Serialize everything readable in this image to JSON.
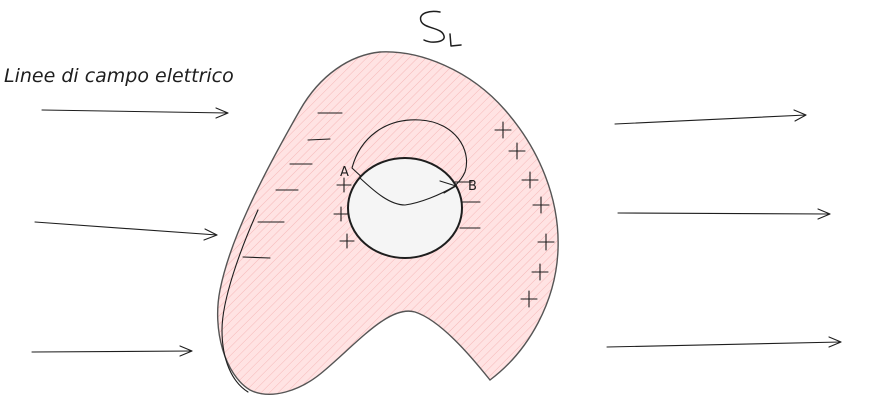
{
  "diagram": {
    "title_label": "Linee di campo elettrico",
    "surface_label": "S_L",
    "point_a_label": "A",
    "point_b_label": "B",
    "conductor_fill": "#ffe3e3",
    "conductor_hatch": "#f4a9a9",
    "cavity_fill": "#f5f5f5",
    "stroke_color": "#1e1e1e",
    "negative_charge_symbol": "−",
    "positive_charge_symbol": "+"
  }
}
